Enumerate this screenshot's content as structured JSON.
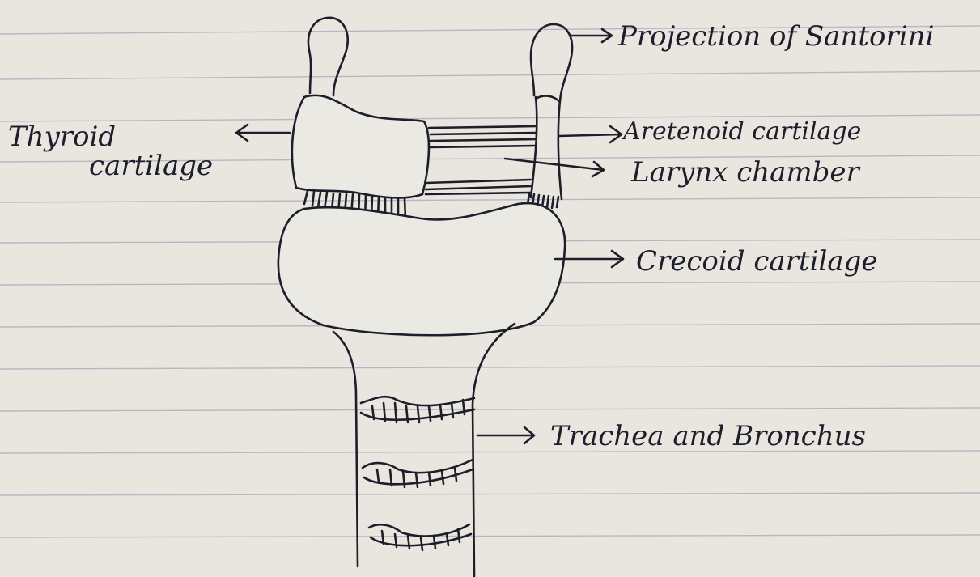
{
  "labels": {
    "projection": "Projection of Santorini",
    "thyroid_line1": "Thyroid",
    "thyroid_line2": "cartilage",
    "aretenoid": "Aretenoid cartilage",
    "larynx": "Larynx chamber",
    "cricoid": "Crecoid cartilage",
    "trachea": "Trachea and Bronchus"
  }
}
